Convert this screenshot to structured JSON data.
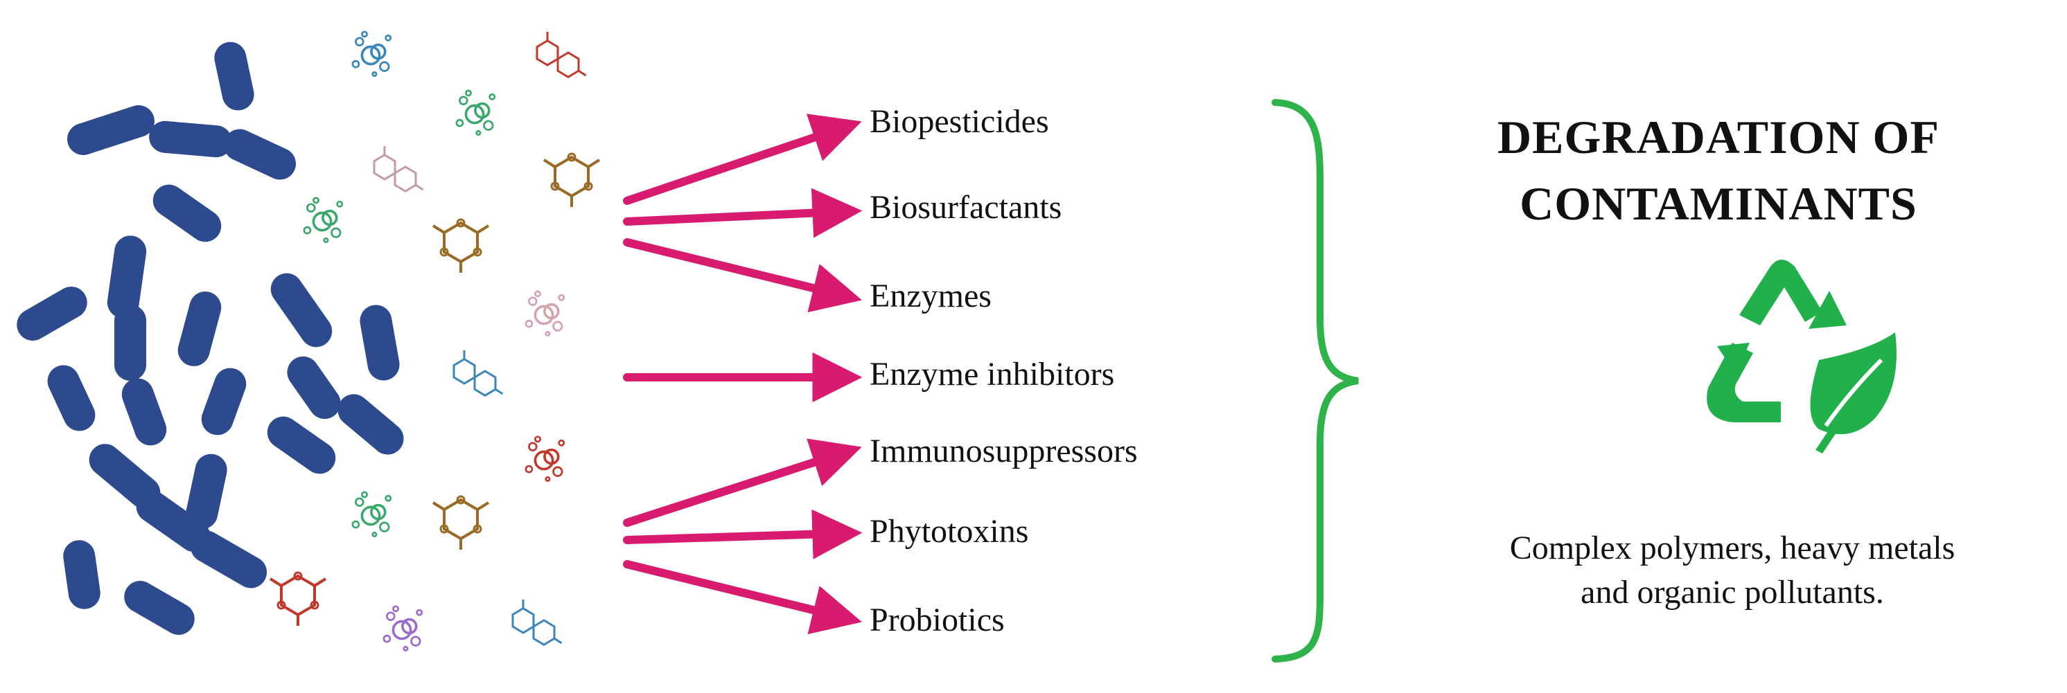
{
  "products": [
    "Biopesticides",
    "Biosurfactants",
    "Enzymes",
    "Enzyme inhibitors",
    "Immunosuppressors",
    "Phytotoxins",
    "Probiotics"
  ],
  "outcome": {
    "title_line1": "DEGRADATION OF",
    "title_line2": "CONTAMINANTS",
    "caption_line1": "Complex polymers, heavy metals",
    "caption_line2": "and organic pollutants."
  },
  "colors": {
    "bacteria": "#2e4a8e",
    "arrows": "#d81b6e",
    "brace": "#2db34a",
    "recycle_icon": "#22b04b"
  },
  "icons": {
    "microbes": "rod-bacteria-icon",
    "metabolites": "molecule-icon",
    "recycle": "recycle-leaf-icon"
  }
}
